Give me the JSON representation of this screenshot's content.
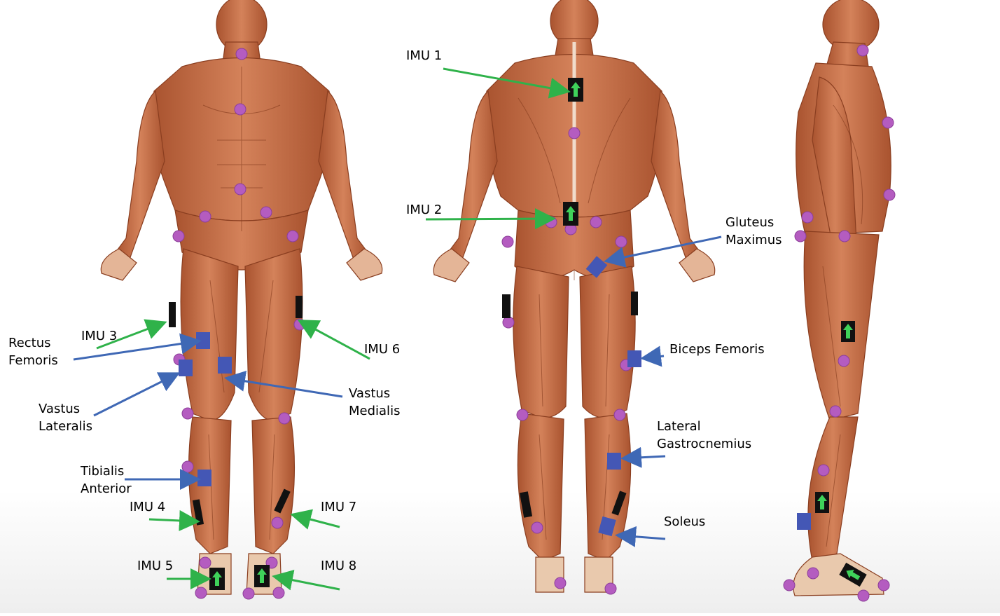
{
  "labels": {
    "imu1": "IMU 1",
    "imu2": "IMU 2",
    "imu3": "IMU 3",
    "imu4": "IMU 4",
    "imu5": "IMU 5",
    "imu6": "IMU 6",
    "imu7": "IMU 7",
    "imu8": "IMU 8",
    "rectus_femoris_1": "Rectus",
    "rectus_femoris_2": "Femoris",
    "vastus_lateralis_1": "Vastus",
    "vastus_lateralis_2": "Lateralis",
    "vastus_medialis_1": "Vastus",
    "vastus_medialis_2": "Medialis",
    "tibialis_anterior_1": "Tibialis",
    "tibialis_anterior_2": "Anterior",
    "gluteus_maximus_1": "Gluteus",
    "gluteus_maximus_2": "Maximus",
    "biceps_femoris": "Biceps Femoris",
    "lateral_gastrocnemius_1": "Lateral",
    "lateral_gastrocnemius_2": "Gastrocnemius",
    "soleus": "Soleus"
  },
  "colors": {
    "skin": "#c8704a",
    "skin_dark": "#a04e2e",
    "skin_light": "#e7b08e",
    "tendon": "#efd9c4",
    "marker": "#b45cc0",
    "emg_sensor": "#4457b5",
    "imu_body": "#111111",
    "imu_arrow": "#3fd25a",
    "arrow_green": "#2fb24a",
    "arrow_blue": "#3f68b5"
  }
}
